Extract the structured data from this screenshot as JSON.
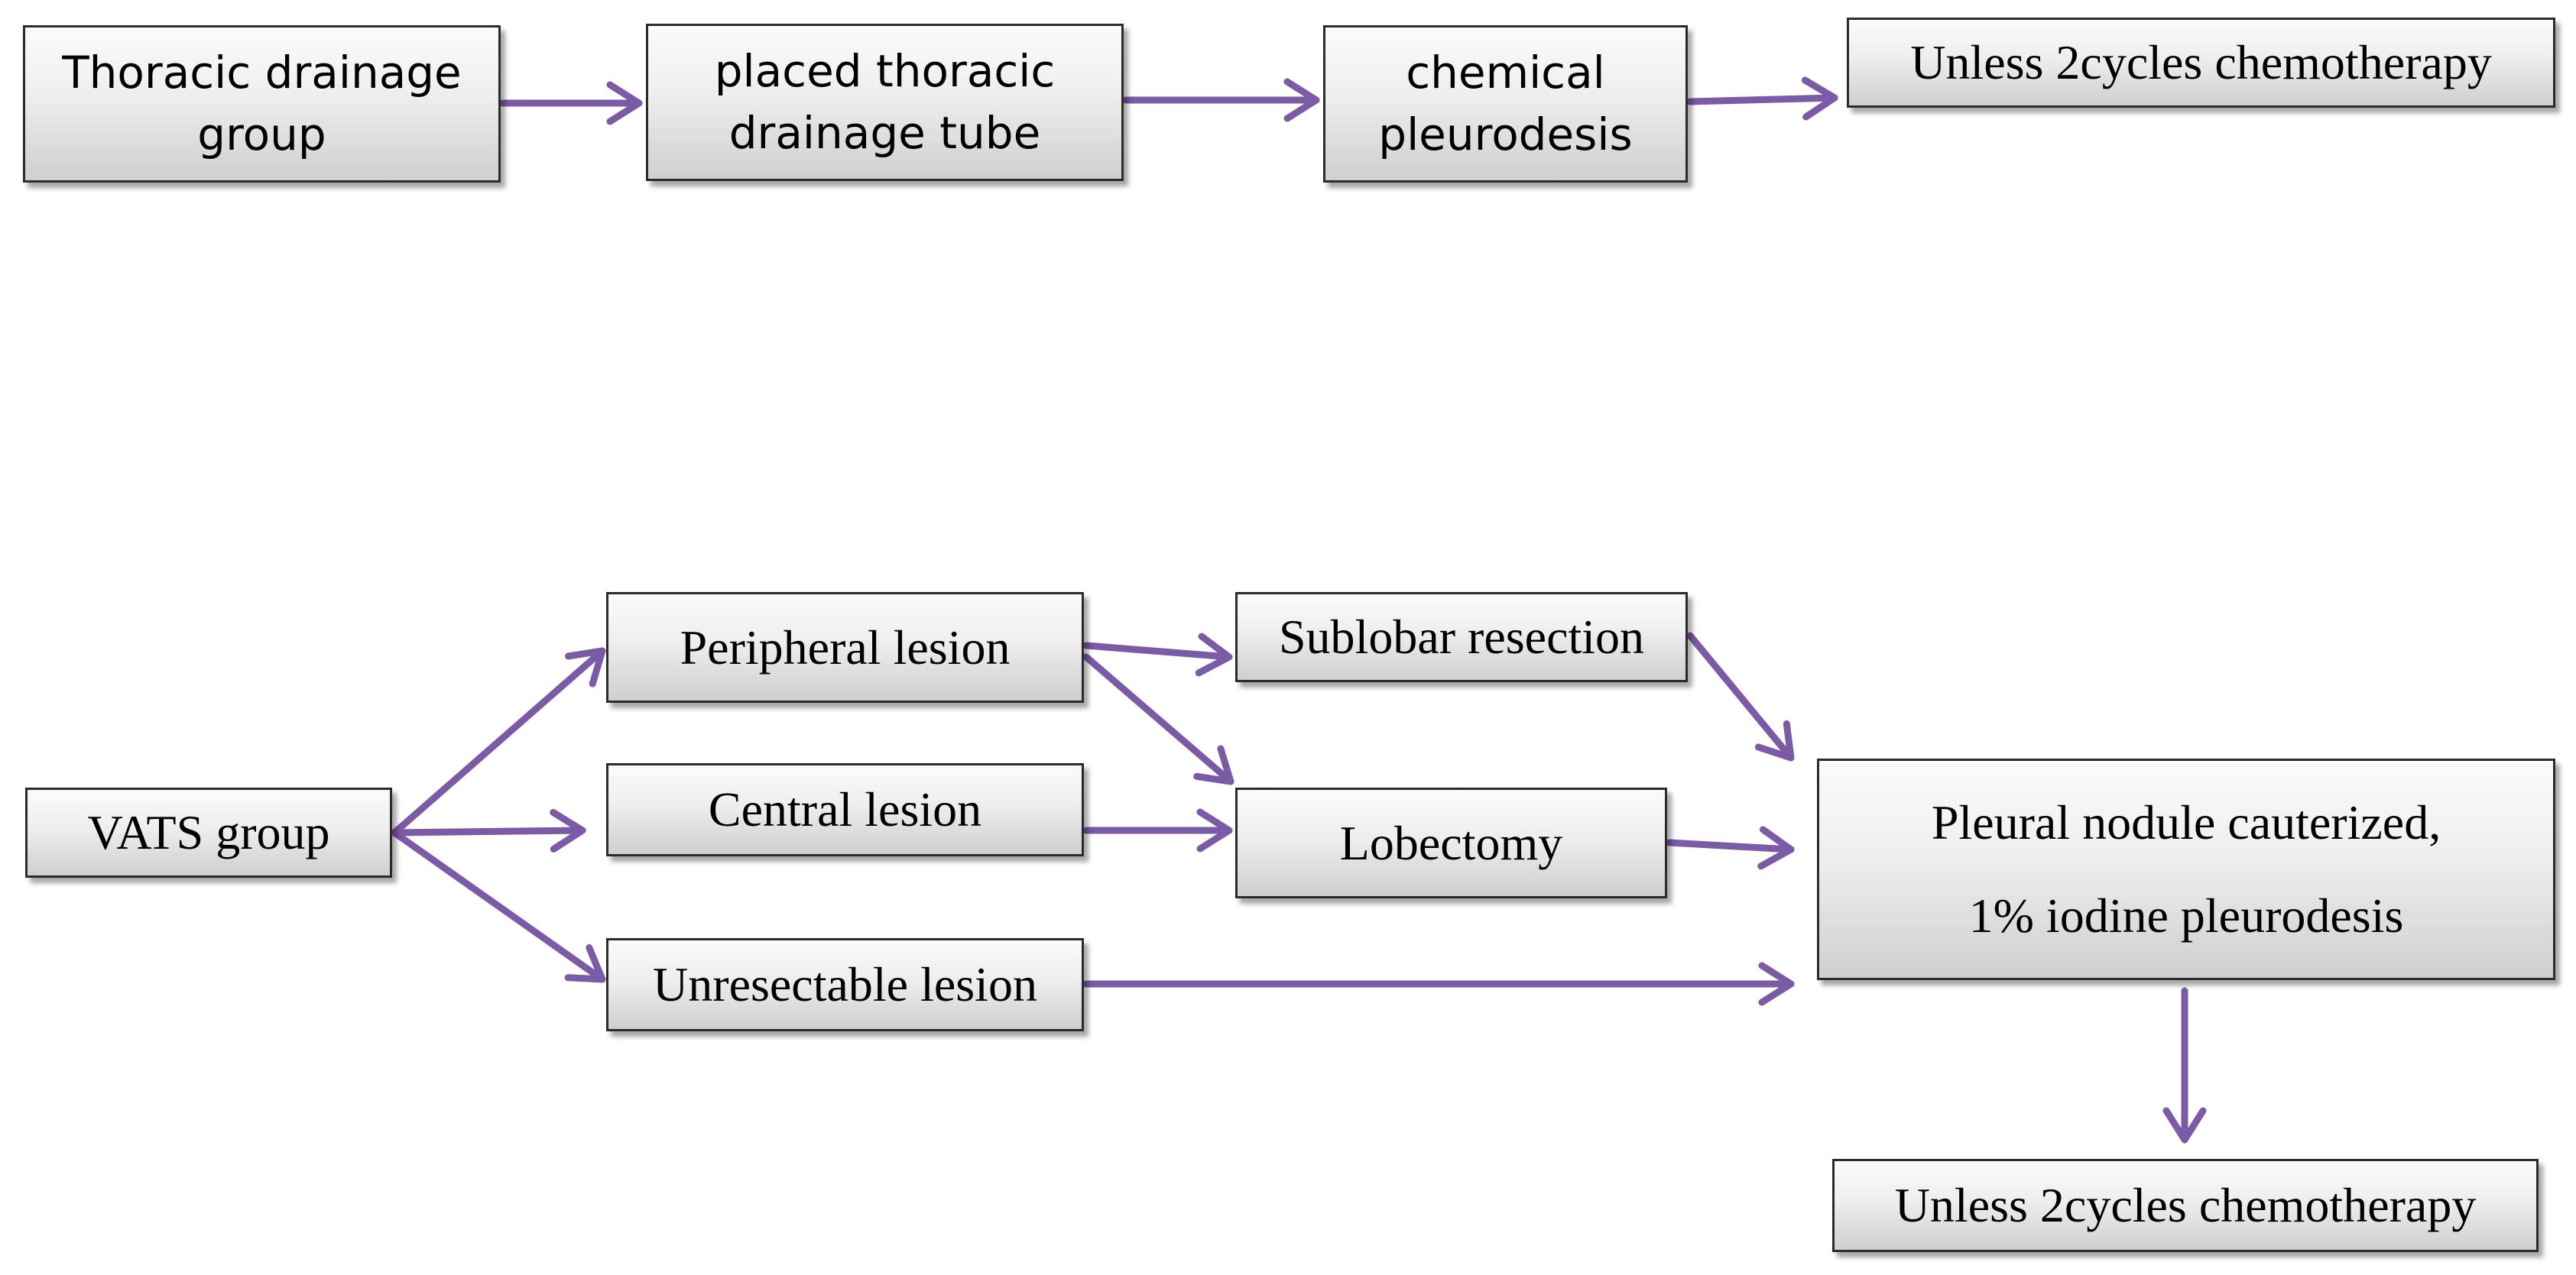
{
  "colors": {
    "arrow": "#7b5aa6",
    "box_border": "#2b2b2b",
    "box_gradient_top": "#fbfbfb",
    "box_gradient_bottom": "#cfcfcf"
  },
  "thoracic_flow": {
    "start": {
      "line1": "Thoracic drainage",
      "line2": "group"
    },
    "step1": {
      "line1": "placed thoracic",
      "line2": "drainage tube"
    },
    "step2": {
      "line1": "chemical",
      "line2": "pleurodesis"
    },
    "end": {
      "label": "Unless  2cycles chemotherapy"
    }
  },
  "vats_flow": {
    "start": {
      "label": "VATS  group"
    },
    "peripheral": {
      "label": "Peripheral  lesion"
    },
    "central": {
      "label": "Central  lesion"
    },
    "unresectable": {
      "label": "Unresectable lesion"
    },
    "sublobar": {
      "label": "Sublobar resection"
    },
    "lobectomy": {
      "label": "Lobectomy"
    },
    "pleural": {
      "line1": "Pleural  nodule  cauterized,",
      "line2": "1% iodine  pleurodesis"
    },
    "end": {
      "label": "Unless  2cycles chemotherapy"
    }
  }
}
